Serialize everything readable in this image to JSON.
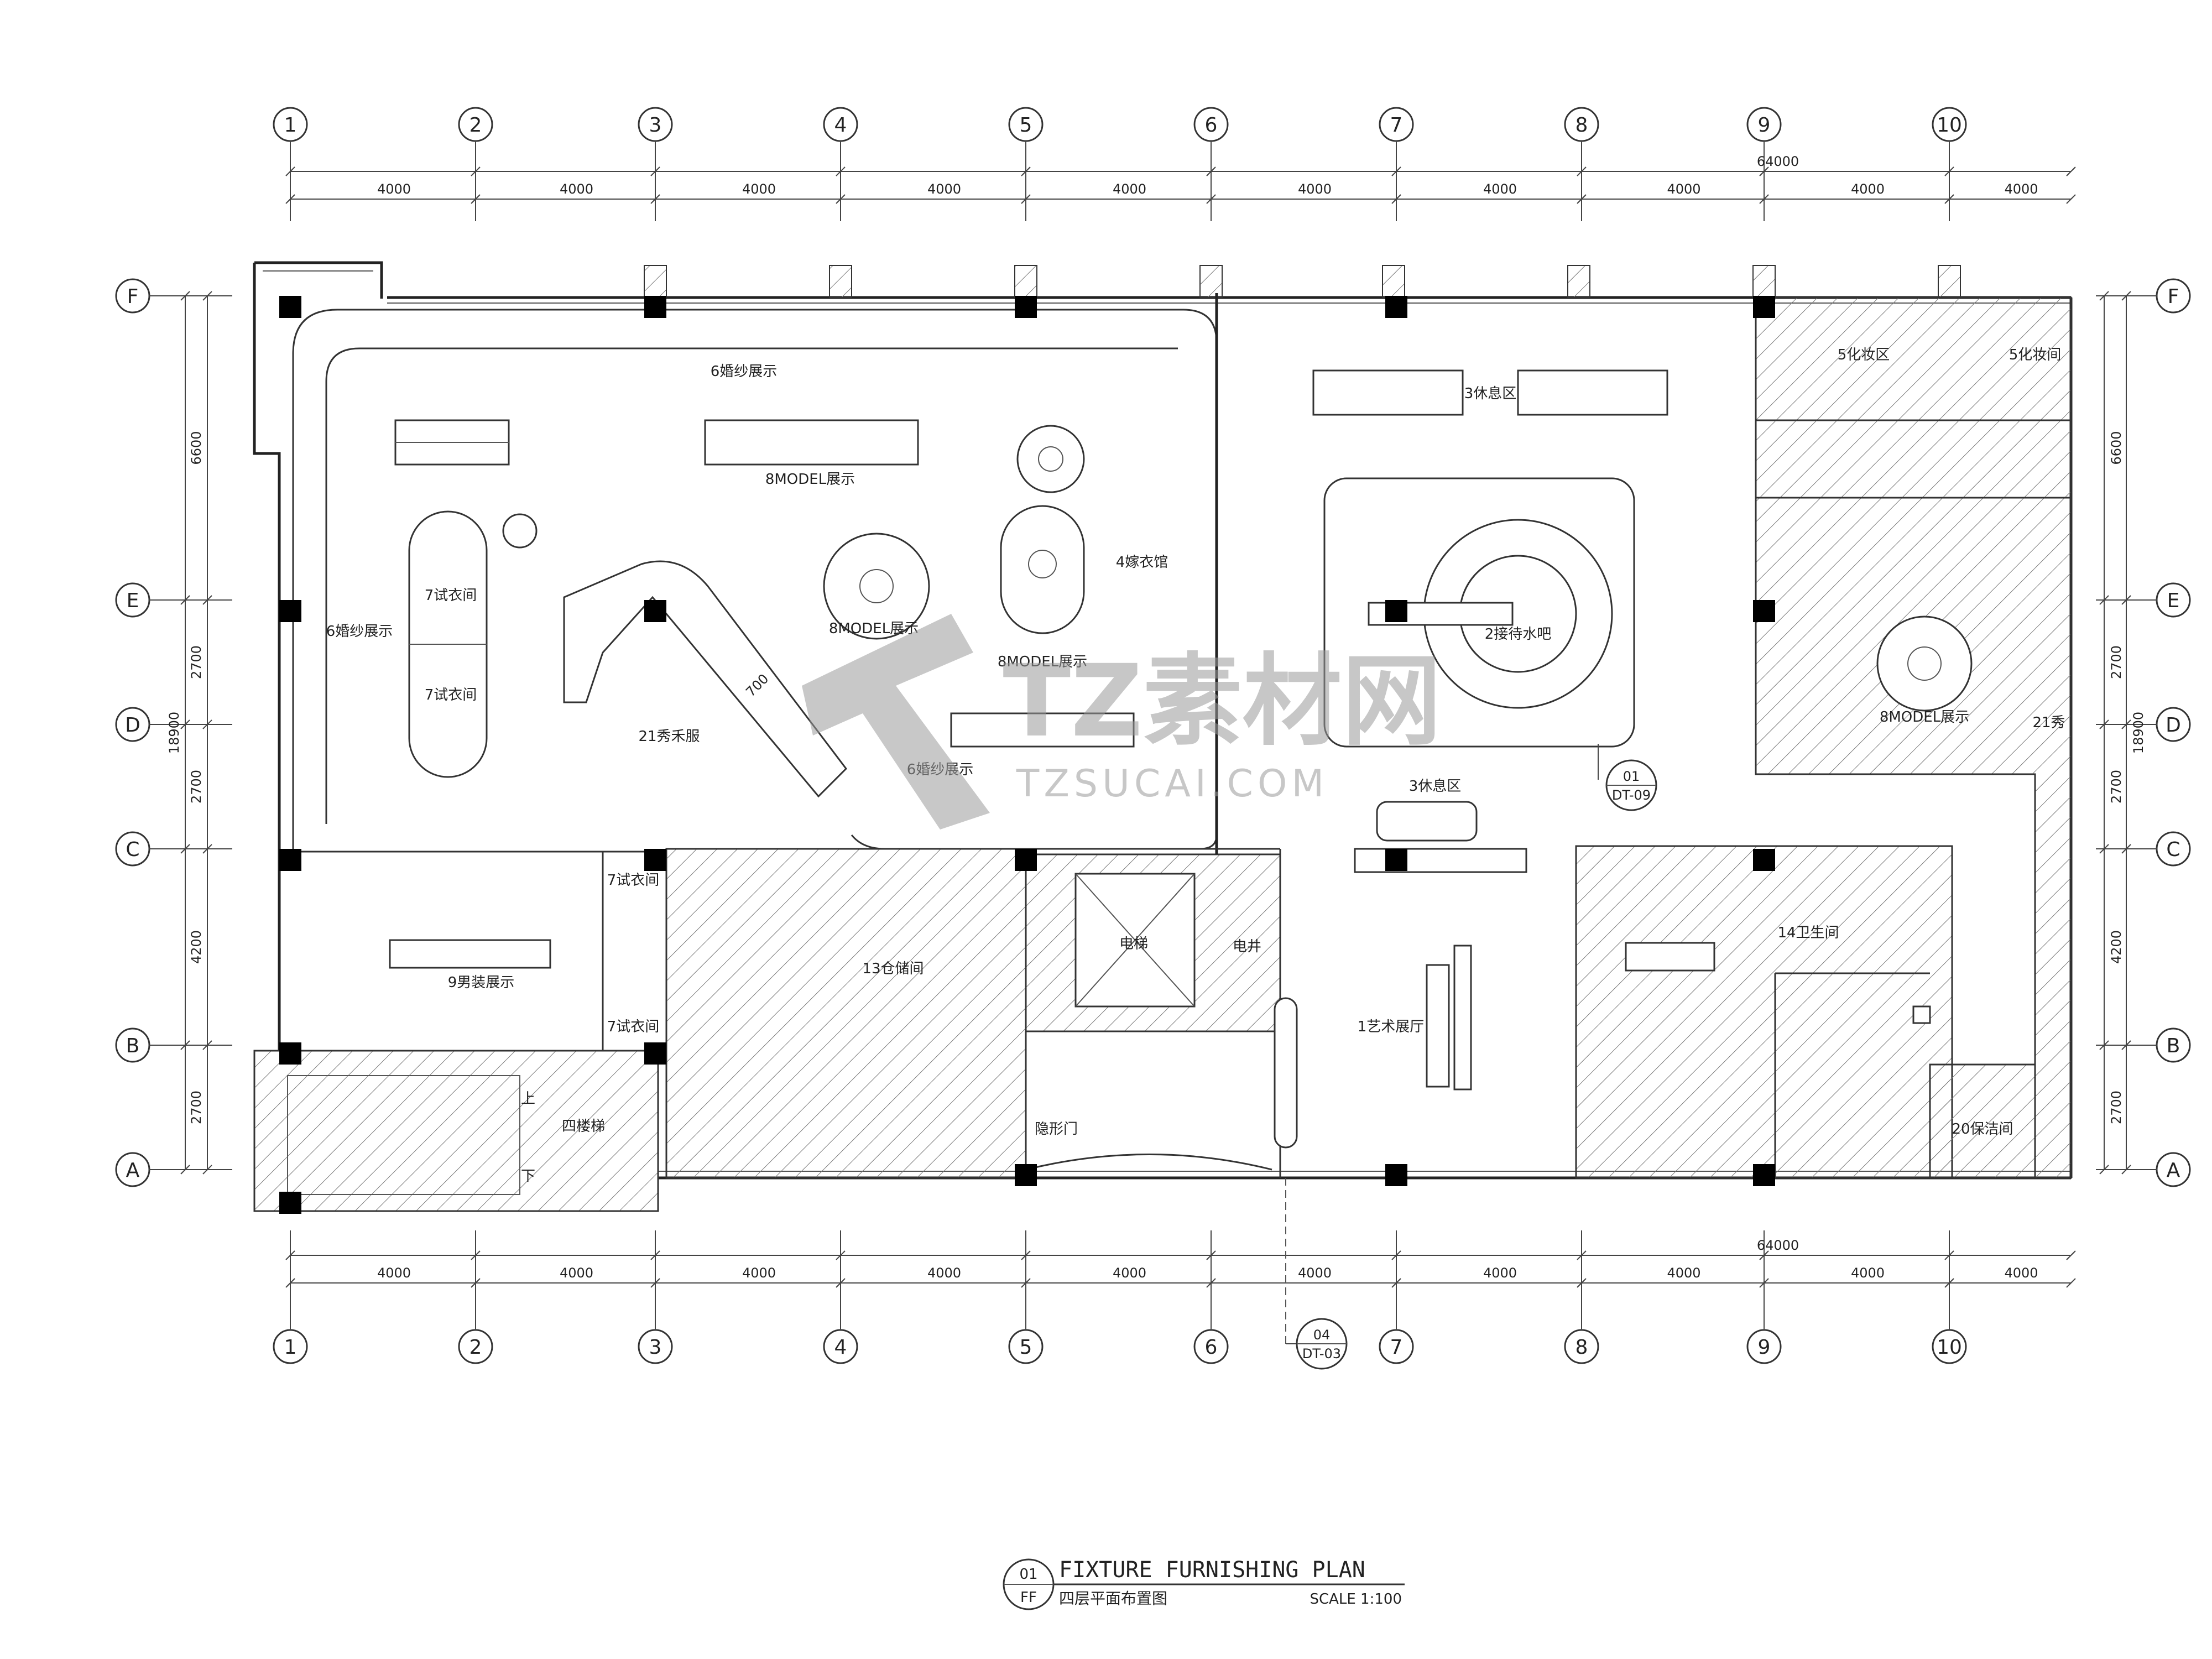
{
  "plan": {
    "col_axes": [
      "1",
      "2",
      "3",
      "4",
      "5",
      "6",
      "7",
      "8",
      "9",
      "10"
    ],
    "row_axes": [
      "F",
      "E",
      "D",
      "C",
      "B",
      "A"
    ],
    "top_dims": [
      "4000",
      "4000",
      "4000",
      "4000",
      "4000",
      "4000",
      "4000",
      "4000",
      "4000",
      "4000"
    ],
    "total_width": "64000",
    "side_dims": [
      "6600",
      "2700",
      "2700",
      "4200",
      "2700"
    ],
    "total_depth": "18900",
    "rooms": {
      "wedding_top": "6婚纱展示",
      "model_top": "8MODEL展示",
      "wedding_left": "6婚纱展示",
      "fitting_1": "7试衣间",
      "fitting_2": "7试衣间",
      "model_round_1": "8MODEL展示",
      "model_round_2": "8MODEL展示",
      "bridal": "4嫁衣馆",
      "show_dress": "21秀禾服",
      "wedding_bottom": "6婚纱展示",
      "rest_top": "3休息区",
      "reception_bar": "2接待水吧",
      "rest_mid": "3休息区",
      "makeup_1": "5化妆区",
      "makeup_2": "5化妆间",
      "model_right": "8MODEL展示",
      "show_right": "21秀",
      "fitting_3": "7试衣间",
      "fitting_4": "7试衣间",
      "menswear": "9男装展示",
      "storage": "13仓储间",
      "elevator": "电梯",
      "elec_shaft": "电井",
      "art_hall": "1艺术展厅",
      "hidden_door": "隐形门",
      "stairs": "四楼梯",
      "up": "上",
      "down": "下",
      "restroom": "14卫生间",
      "cleaning": "20保洁间"
    },
    "diagonal_dim": "700",
    "callout_top": {
      "num": "01",
      "sheet": "DT-09"
    },
    "callout_bottom": {
      "num": "04",
      "sheet": "DT-03"
    }
  },
  "watermark": {
    "main": "TZ素材网",
    "url": "TZSUCAI.COM"
  },
  "title_block": {
    "num": "01",
    "code": "FF",
    "title": "FIXTURE FURNISHING PLAN",
    "subtitle": "四层平面布置图",
    "scale": "SCALE 1:100"
  }
}
